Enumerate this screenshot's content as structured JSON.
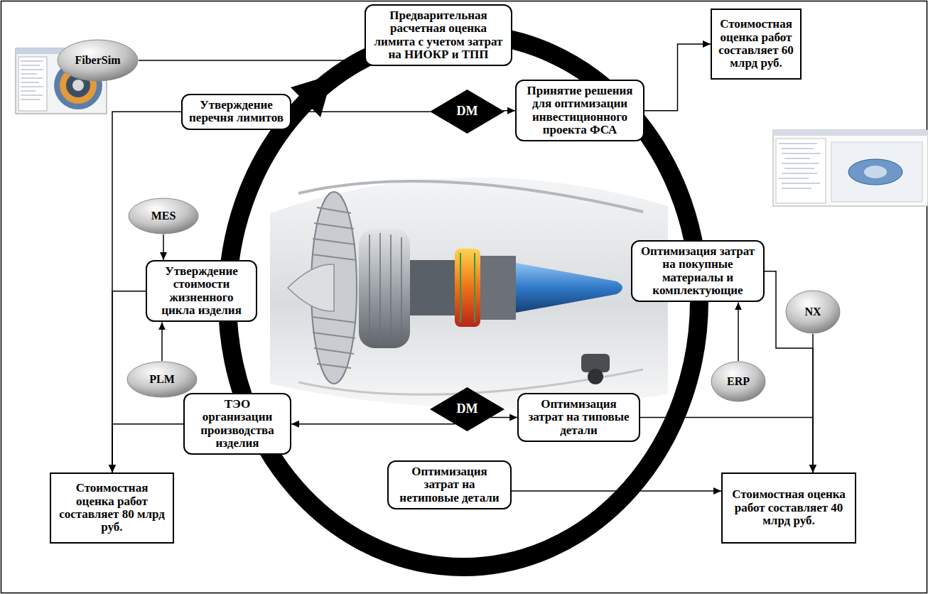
{
  "diagram": {
    "nodes": [
      {
        "text": [
          "FiberSim"
        ]
      },
      {
        "text": [
          "Предварительная расчетная оценка лимита с учетом затрат на НИОКР и ТПП"
        ]
      },
      {
        "text": [
          "Стоимостная оценка работ составляет 60 млрд руб."
        ]
      },
      {
        "text": [
          "Утверждение перечня лимитов"
        ]
      },
      {
        "text": [
          "DM"
        ]
      },
      {
        "text": [
          "Принятие решения для оптимизации инвестиционного проекта ФСА"
        ]
      },
      {
        "text": [
          "MES"
        ]
      },
      {
        "text": [
          "Утверждение стоимости жизненного цикла изделия"
        ]
      },
      {
        "text": [
          "NX"
        ]
      },
      {
        "text": [
          "Оптимизация затрат на покупные материалы и комплектующие"
        ]
      },
      {
        "text": [
          "PLM"
        ]
      },
      {
        "text": [
          "ERP"
        ]
      },
      {
        "text": [
          "ТЭО организации производства изделия"
        ]
      },
      {
        "text": [
          "DM"
        ]
      },
      {
        "text": [
          "Оптимизация затрат на типовые детали"
        ]
      },
      {
        "text": [
          "Оптимизация затрат на нетиповые детали"
        ]
      },
      {
        "text": [
          "Стоимостная оценка работ составляет 80 млрд руб."
        ]
      },
      {
        "text": [
          "Стоимостная оценка работ составляет 40 млрд руб."
        ]
      }
    ],
    "edges": [
      {
        "from": 0,
        "to": 1,
        "arrow": "to"
      },
      {
        "from": 4,
        "to": 3,
        "arrow": "to"
      },
      {
        "from": 4,
        "to": 5,
        "arrow": "to"
      },
      {
        "from": 5,
        "to": 2,
        "arrow": "to"
      },
      {
        "from": 6,
        "to": 7,
        "arrow": "to"
      },
      {
        "from": 10,
        "to": 7,
        "arrow": "to"
      },
      {
        "from": 11,
        "to": 9,
        "arrow": "to"
      },
      {
        "from": 13,
        "to": 12,
        "arrow": "to"
      },
      {
        "from": 13,
        "to": 14,
        "arrow": "to"
      },
      {
        "from": 3,
        "to": 16,
        "arrow": "to"
      },
      {
        "from": 7,
        "to": 16,
        "arrow": "to"
      },
      {
        "from": 12,
        "to": 16,
        "arrow": "to"
      },
      {
        "from": 8,
        "to": 17,
        "arrow": "to"
      },
      {
        "from": 9,
        "to": 17,
        "arrow": "to"
      },
      {
        "from": 14,
        "to": 17,
        "arrow": "to"
      },
      {
        "from": 15,
        "to": 17,
        "arrow": "to"
      }
    ]
  }
}
